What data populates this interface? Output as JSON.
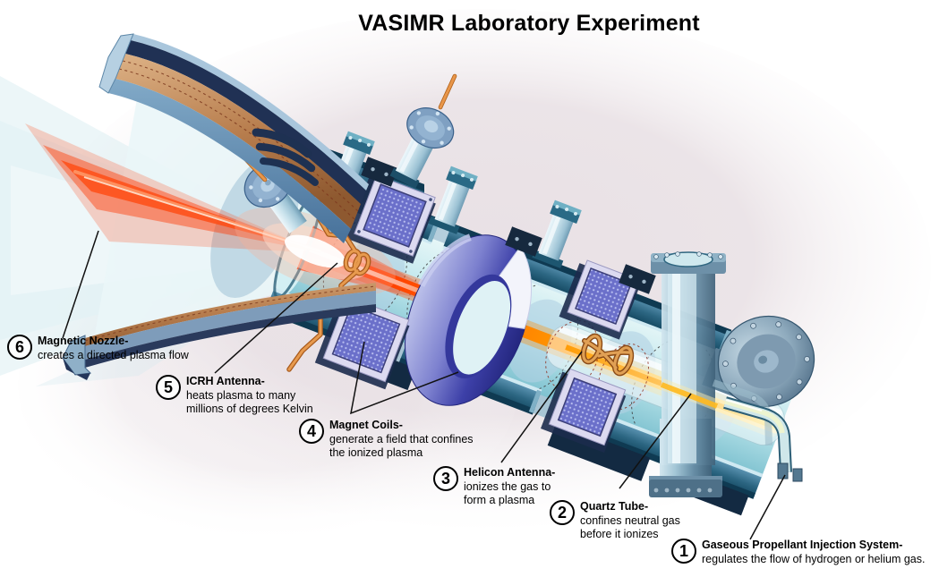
{
  "title": "VASIMR Laboratory Experiment",
  "callouts": [
    {
      "number": "1",
      "title": "Gaseous Propellant Injection System-",
      "lines": [
        "regulates the flow of hydrogen or helium gas."
      ]
    },
    {
      "number": "2",
      "title": "Quartz Tube-",
      "lines": [
        "confines neutral gas",
        "before it ionizes"
      ]
    },
    {
      "number": "3",
      "title": "Helicon Antenna-",
      "lines": [
        "ionizes the gas to",
        "form a plasma"
      ]
    },
    {
      "number": "4",
      "title": "Magnet Coils-",
      "lines": [
        "generate a field that confines",
        "the ionized plasma"
      ]
    },
    {
      "number": "5",
      "title": "ICRH Antenna-",
      "lines": [
        "heats plasma to many",
        "millions of degrees Kelvin"
      ]
    },
    {
      "number": "6",
      "title": "Magnetic Nozzle-",
      "lines": [
        "creates a directed plasma flow"
      ]
    }
  ],
  "colors": {
    "plasma_red": "#ff2a00",
    "plasma_orange": "#ff8c00",
    "plasma_yellow": "#ffd44e",
    "copper": "#b47a4a",
    "steel_blue": "#3f7d9e",
    "dark_teal": "#1c5472",
    "magnet_purple": "#6b70ca",
    "ring_indigo": "#3a3da4",
    "chamber_cyan": "#bfe7ec"
  }
}
